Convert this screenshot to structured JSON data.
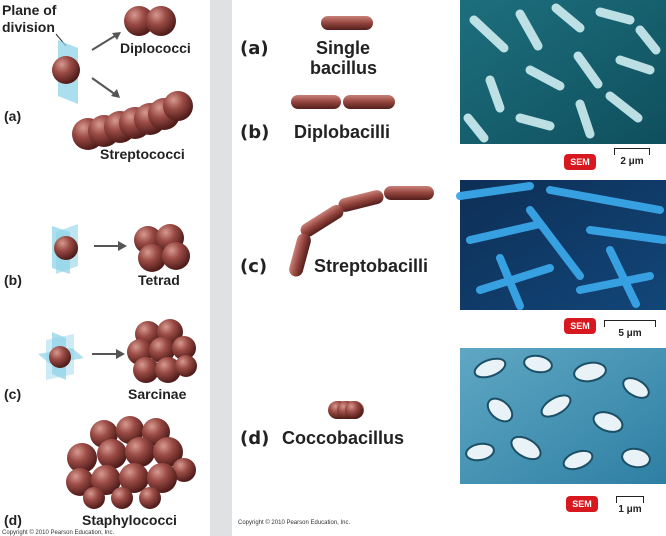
{
  "left": {
    "plane_label_1": "Plane of",
    "plane_label_2": "division",
    "a_label": "(a)",
    "b_label": "(b)",
    "c_label": "(c)",
    "d_label": "(d)",
    "diplococci": "Diplococci",
    "streptococci": "Streptococci",
    "tetrad": "Tetrad",
    "sarcinae": "Sarcinae",
    "staphylococci": "Staphylococci",
    "copyright": "Copyright © 2010 Pearson Education, Inc."
  },
  "right": {
    "a_label": "(a)",
    "b_label": "(b)",
    "c_label": "(c)",
    "d_label": "(d)",
    "single_1": "Single",
    "single_2": "bacillus",
    "diplobacilli": "Diplobacilli",
    "streptobacilli": "Streptobacilli",
    "coccobacillus": "Coccobacillus",
    "sem": "SEM",
    "scale_1": "2 μm",
    "scale_2": "5 μm",
    "scale_3": "1 μm",
    "copyright": "Copyright © 2010 Pearson Education, Inc."
  },
  "colors": {
    "cell": "#9b4b45",
    "cell_dark": "#5e2421",
    "plane": "#8fd3e8",
    "sem_badge": "#d7191f"
  }
}
